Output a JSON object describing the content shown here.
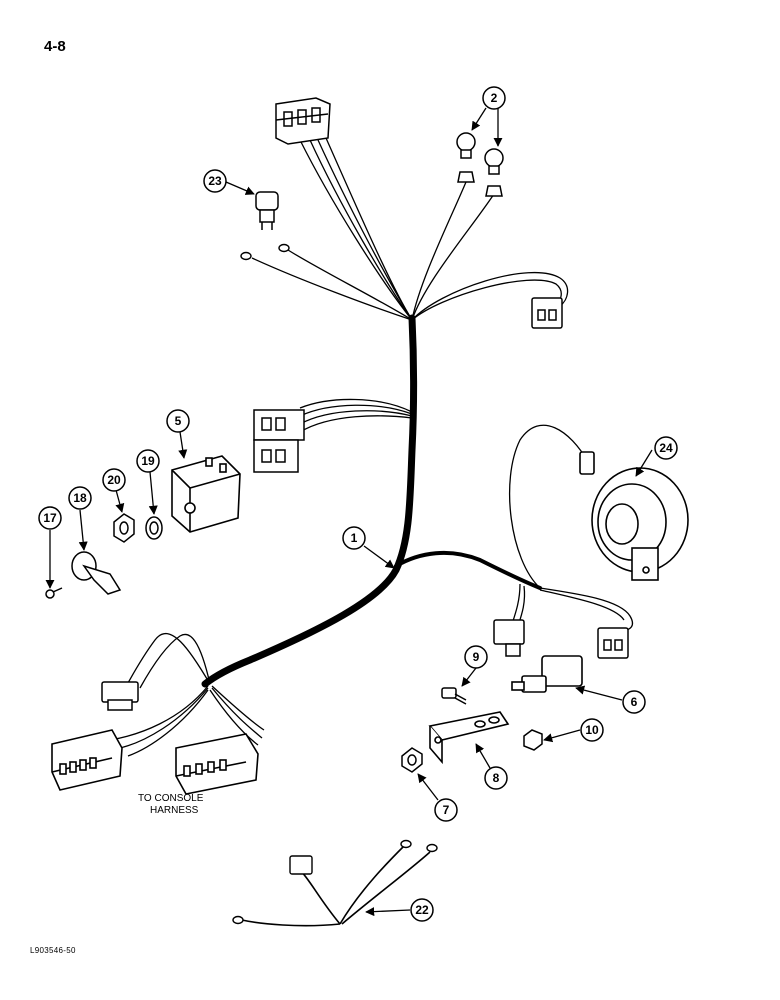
{
  "page": {
    "number": "4-8",
    "figure_code": "L903546-50"
  },
  "note": {
    "line1": "TO CONSOLE",
    "line2": "HARNESS"
  },
  "callouts": [
    "1",
    "2",
    "5",
    "6",
    "7",
    "8",
    "9",
    "10",
    "17",
    "18",
    "19",
    "20",
    "22",
    "23",
    "24"
  ]
}
